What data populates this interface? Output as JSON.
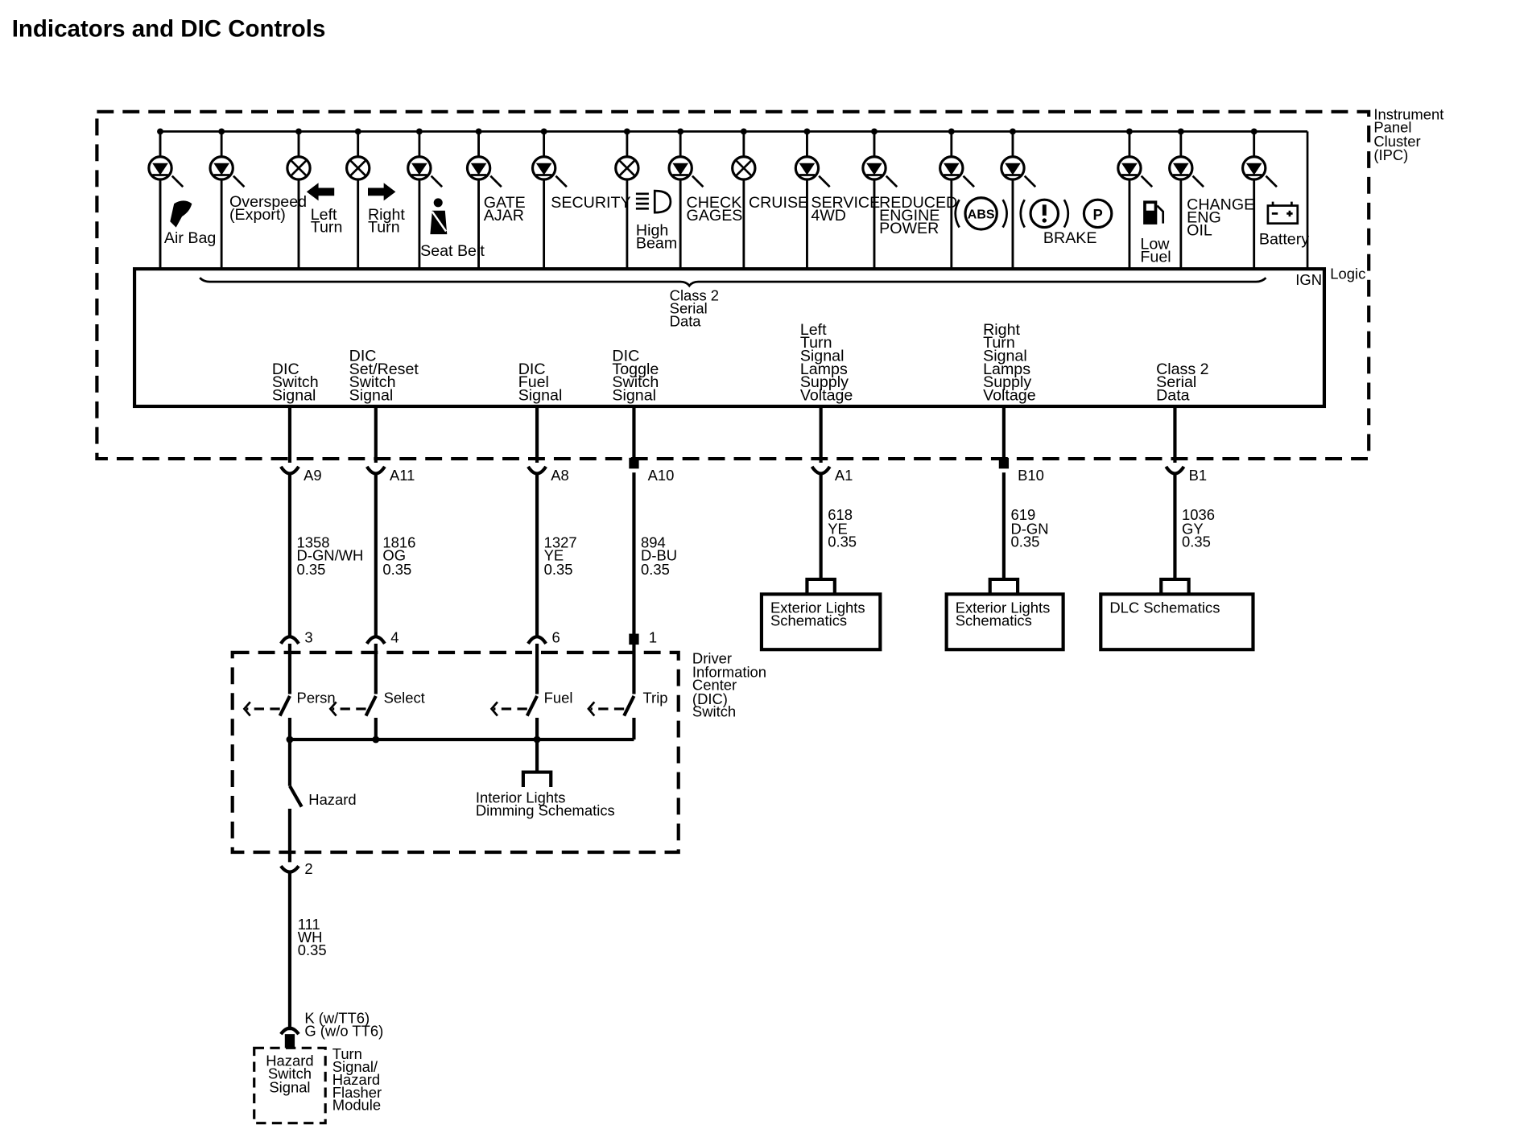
{
  "title": "Indicators and DIC Controls",
  "ipc": {
    "name": [
      "Instrument",
      "Panel",
      "Cluster",
      "(IPC)"
    ],
    "logic_label": "Logic",
    "ign_label": "IGN",
    "class2_bus": [
      "Class 2",
      "Serial",
      "Data"
    ]
  },
  "indicators": [
    {
      "lamp": "led",
      "label": [
        "Air Bag"
      ],
      "icon": "airbag-icon"
    },
    {
      "lamp": "led",
      "label": [
        "Overspeed",
        "(Export)"
      ],
      "icon": ""
    },
    {
      "lamp": "bulb",
      "label": [
        "Left",
        "Turn"
      ],
      "icon": "left-arrow-icon"
    },
    {
      "lamp": "bulb",
      "label": [
        "Right",
        "Turn"
      ],
      "icon": "right-arrow-icon"
    },
    {
      "lamp": "led",
      "label": [
        "Seat Belt"
      ],
      "icon": "seat-belt-icon"
    },
    {
      "lamp": "led",
      "label": [
        "GATE",
        "AJAR"
      ],
      "icon": ""
    },
    {
      "lamp": "led",
      "label": [
        "SECURITY"
      ],
      "icon": ""
    },
    {
      "lamp": "bulb",
      "label": [
        "High",
        "Beam"
      ],
      "icon": "high-beam-icon"
    },
    {
      "lamp": "led",
      "label": [
        "CHECK",
        "GAGES"
      ],
      "icon": ""
    },
    {
      "lamp": "bulb",
      "label": [
        "CRUISE"
      ],
      "icon": ""
    },
    {
      "lamp": "led",
      "label": [
        "SERVICE",
        "4WD"
      ],
      "icon": ""
    },
    {
      "lamp": "led",
      "label": [
        "REDUCED",
        "ENGINE",
        "POWER"
      ],
      "icon": ""
    },
    {
      "lamp": "led",
      "label": [],
      "icon": "abs-icon",
      "icon_text": "ABS"
    },
    {
      "lamp": "led",
      "label": [
        "BRAKE"
      ],
      "icon": "brake-icon",
      "icon_text": "P"
    },
    {
      "lamp": "led",
      "label": [
        "Low",
        "Fuel"
      ],
      "icon": "fuel-pump-icon"
    },
    {
      "lamp": "led",
      "label": [
        "CHANGE",
        "ENG",
        "OIL"
      ],
      "icon": ""
    },
    {
      "lamp": "led",
      "label": [
        "Battery"
      ],
      "icon": "battery-icon"
    }
  ],
  "ipc_signals": [
    {
      "label": [
        "DIC",
        "Switch",
        "Signal"
      ],
      "pin": "A9",
      "circuit": "1358",
      "color": "D-GN/WH",
      "gauge": "0.35"
    },
    {
      "label": [
        "DIC",
        "Set/Reset",
        "Switch",
        "Signal"
      ],
      "pin": "A11",
      "circuit": "1816",
      "color": "OG",
      "gauge": "0.35"
    },
    {
      "label": [
        "DIC",
        "Fuel",
        "Signal"
      ],
      "pin": "A8",
      "circuit": "1327",
      "color": "YE",
      "gauge": "0.35"
    },
    {
      "label": [
        "DIC",
        "Toggle",
        "Switch",
        "Signal"
      ],
      "pin": "A10",
      "circuit": "894",
      "color": "D-BU",
      "gauge": "0.35"
    },
    {
      "label": [
        "Left",
        "Turn",
        "Signal",
        "Lamps",
        "Supply",
        "Voltage"
      ],
      "pin": "A1",
      "circuit": "618",
      "color": "YE",
      "gauge": "0.35",
      "dest": [
        "Exterior Lights",
        "Schematics"
      ]
    },
    {
      "label": [
        "Right",
        "Turn",
        "Signal",
        "Lamps",
        "Supply",
        "Voltage"
      ],
      "pin": "B10",
      "circuit": "619",
      "color": "D-GN",
      "gauge": "0.35",
      "dest": [
        "Exterior Lights",
        "Schematics"
      ]
    },
    {
      "label": [
        "Class 2",
        "Serial",
        "Data"
      ],
      "pin": "B1",
      "circuit": "1036",
      "color": "GY",
      "gauge": "0.35",
      "dest": [
        "DLC Schematics"
      ]
    }
  ],
  "dic": {
    "name": [
      "Driver",
      "Information",
      "Center",
      "(DIC)",
      "Switch"
    ],
    "pins": [
      "3",
      "4",
      "6",
      "1"
    ],
    "switches": [
      "Persn",
      "Select",
      "Fuel",
      "Trip"
    ],
    "hazard_label": "Hazard",
    "dimming": [
      "Interior Lights",
      "Dimming Schematics"
    ],
    "out_pin": "2"
  },
  "hazard_wire": {
    "circuit": "111",
    "color": "WH",
    "gauge": "0.35"
  },
  "flasher": {
    "pins": [
      "K (w/TT6)",
      "G (w/o TT6)"
    ],
    "signal": [
      "Hazard",
      "Switch",
      "Signal"
    ],
    "name": [
      "Turn",
      "Signal/",
      "Hazard",
      "Flasher",
      "Module"
    ]
  }
}
